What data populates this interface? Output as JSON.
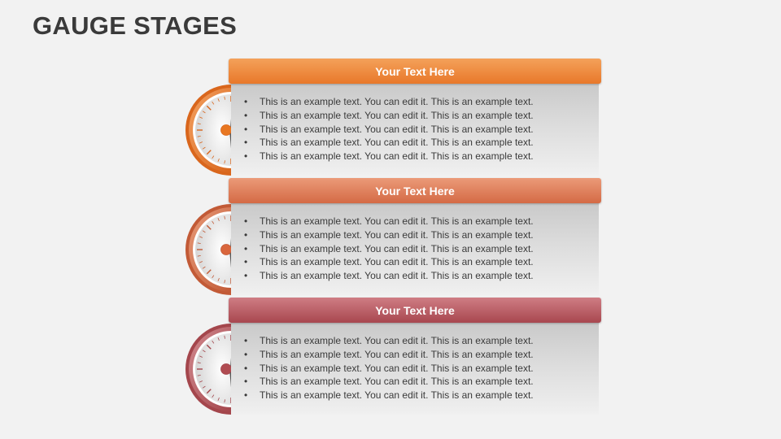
{
  "title": "GAUGE STAGES",
  "stages": [
    {
      "heading": "Your Text Here",
      "colors": {
        "header_top": "#f4a15a",
        "header_bottom": "#e8782a",
        "ring_light": "#f3a060",
        "ring_dark": "#d9661c",
        "hub": "#e87722"
      },
      "bullets": [
        "This is an example text. You can edit it. This is an example text.",
        "This is an example text. You can edit it. This is an example text.",
        "This is an example text. You can edit it. This is an example text.",
        "This is an example text. You can edit it. This is an example text.",
        "This is an example text. You can edit it. This is an example text."
      ]
    },
    {
      "heading": "Your Text Here",
      "colors": {
        "header_top": "#eb9a78",
        "header_bottom": "#d46a45",
        "ring_light": "#e89a78",
        "ring_dark": "#c25a36",
        "hub": "#d9663d"
      },
      "bullets": [
        "This is an example text. You can edit it. This is an example text.",
        "This is an example text. You can edit it. This is an example text.",
        "This is an example text. You can edit it. This is an example text.",
        "This is an example text. You can edit it. This is an example text.",
        "This is an example text. You can edit it. This is an example text."
      ]
    },
    {
      "heading": "Your Text Here",
      "colors": {
        "header_top": "#cf7d84",
        "header_bottom": "#a8474f",
        "ring_light": "#d28a8f",
        "ring_dark": "#a4464c",
        "hub": "#b04c52"
      },
      "bullets": [
        "This is an example text. You can edit it. This is an example text.",
        "This is an example text. You can edit it. This is an example text.",
        "This is an example text. You can edit it. This is an example text.",
        "This is an example text. You can edit it. This is an example text.",
        "This is an example text. You can edit it. This is an example text."
      ]
    }
  ]
}
